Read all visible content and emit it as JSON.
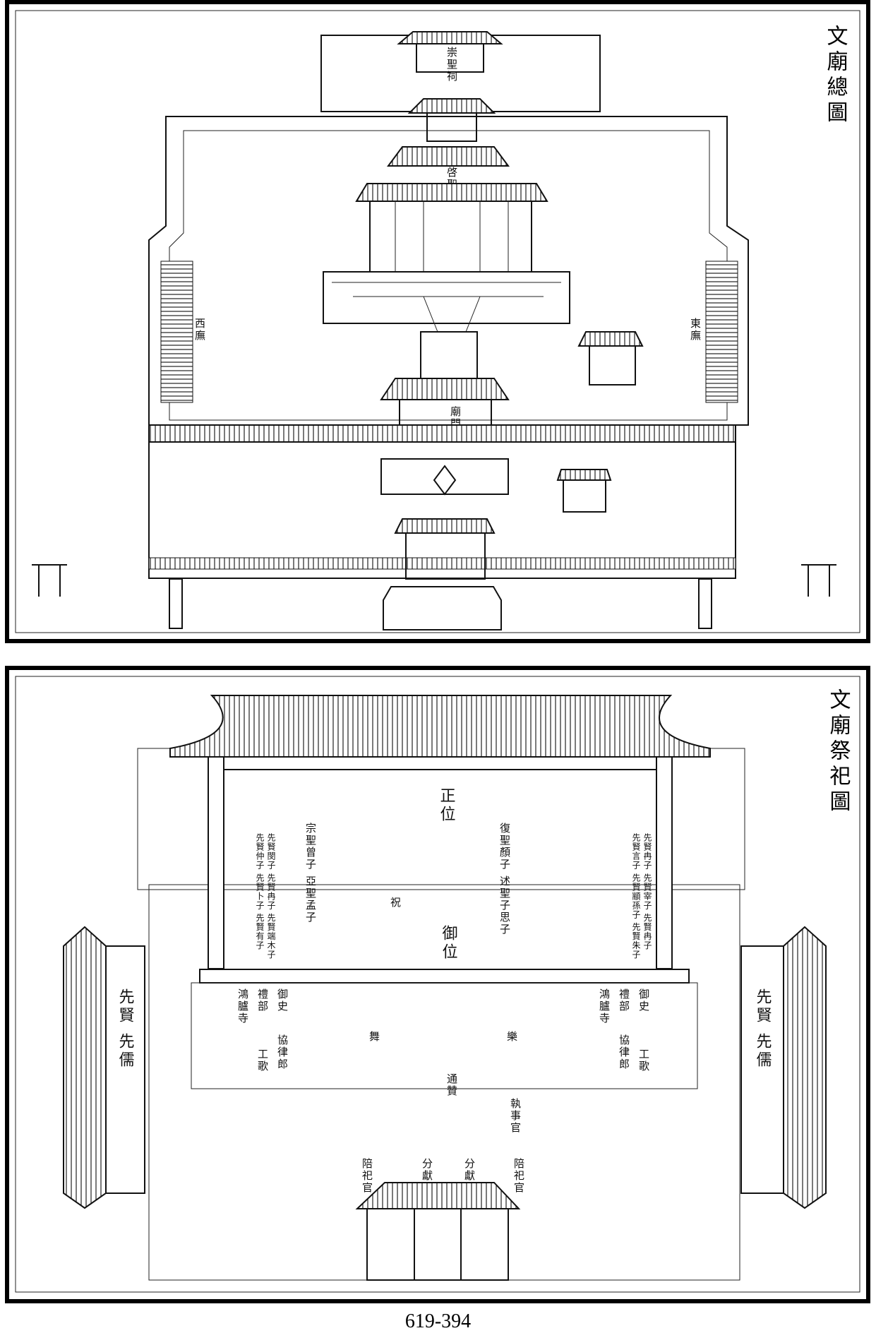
{
  "top_panel": {
    "title": "文廟總圖",
    "labels": {
      "temple_gate": "廟門",
      "rear_hall": "崇聖祠",
      "hall": "啓聖祠",
      "east": "東廡",
      "west": "西廡"
    }
  },
  "bottom_panel": {
    "title": "文廟祭祀圖",
    "labels": {
      "main_position": "正位",
      "emperor_position": "御位",
      "prayer": "祝",
      "sages_left": "復聖顏子 述聖子思子",
      "sages_right": "宗聖曾子 亞聖孟子",
      "worthies_left": "先賢閔子 先賢冉子 先賢端木子 先賢仲子 先賢卜子 先賢有子",
      "worthies_right": "先賢冉子 先賢宰子 先賢冉子 先賢言子 先賢顓孫子 先賢朱子",
      "left_hall": "先賢 先儒",
      "right_hall": "先賢 先儒",
      "court_left": [
        "御史",
        "禮部",
        "鴻臚寺",
        "協律郎",
        "工歌"
      ],
      "court_right": [
        "御史",
        "禮部",
        "鴻臚寺",
        "協律郎",
        "工歌"
      ],
      "dance": [
        "舞",
        "樂"
      ],
      "officials": [
        "陪祀官",
        "分獻官",
        "分獻官",
        "陪祀官",
        "執事官",
        "通贊"
      ]
    }
  },
  "page_number": "619-394"
}
